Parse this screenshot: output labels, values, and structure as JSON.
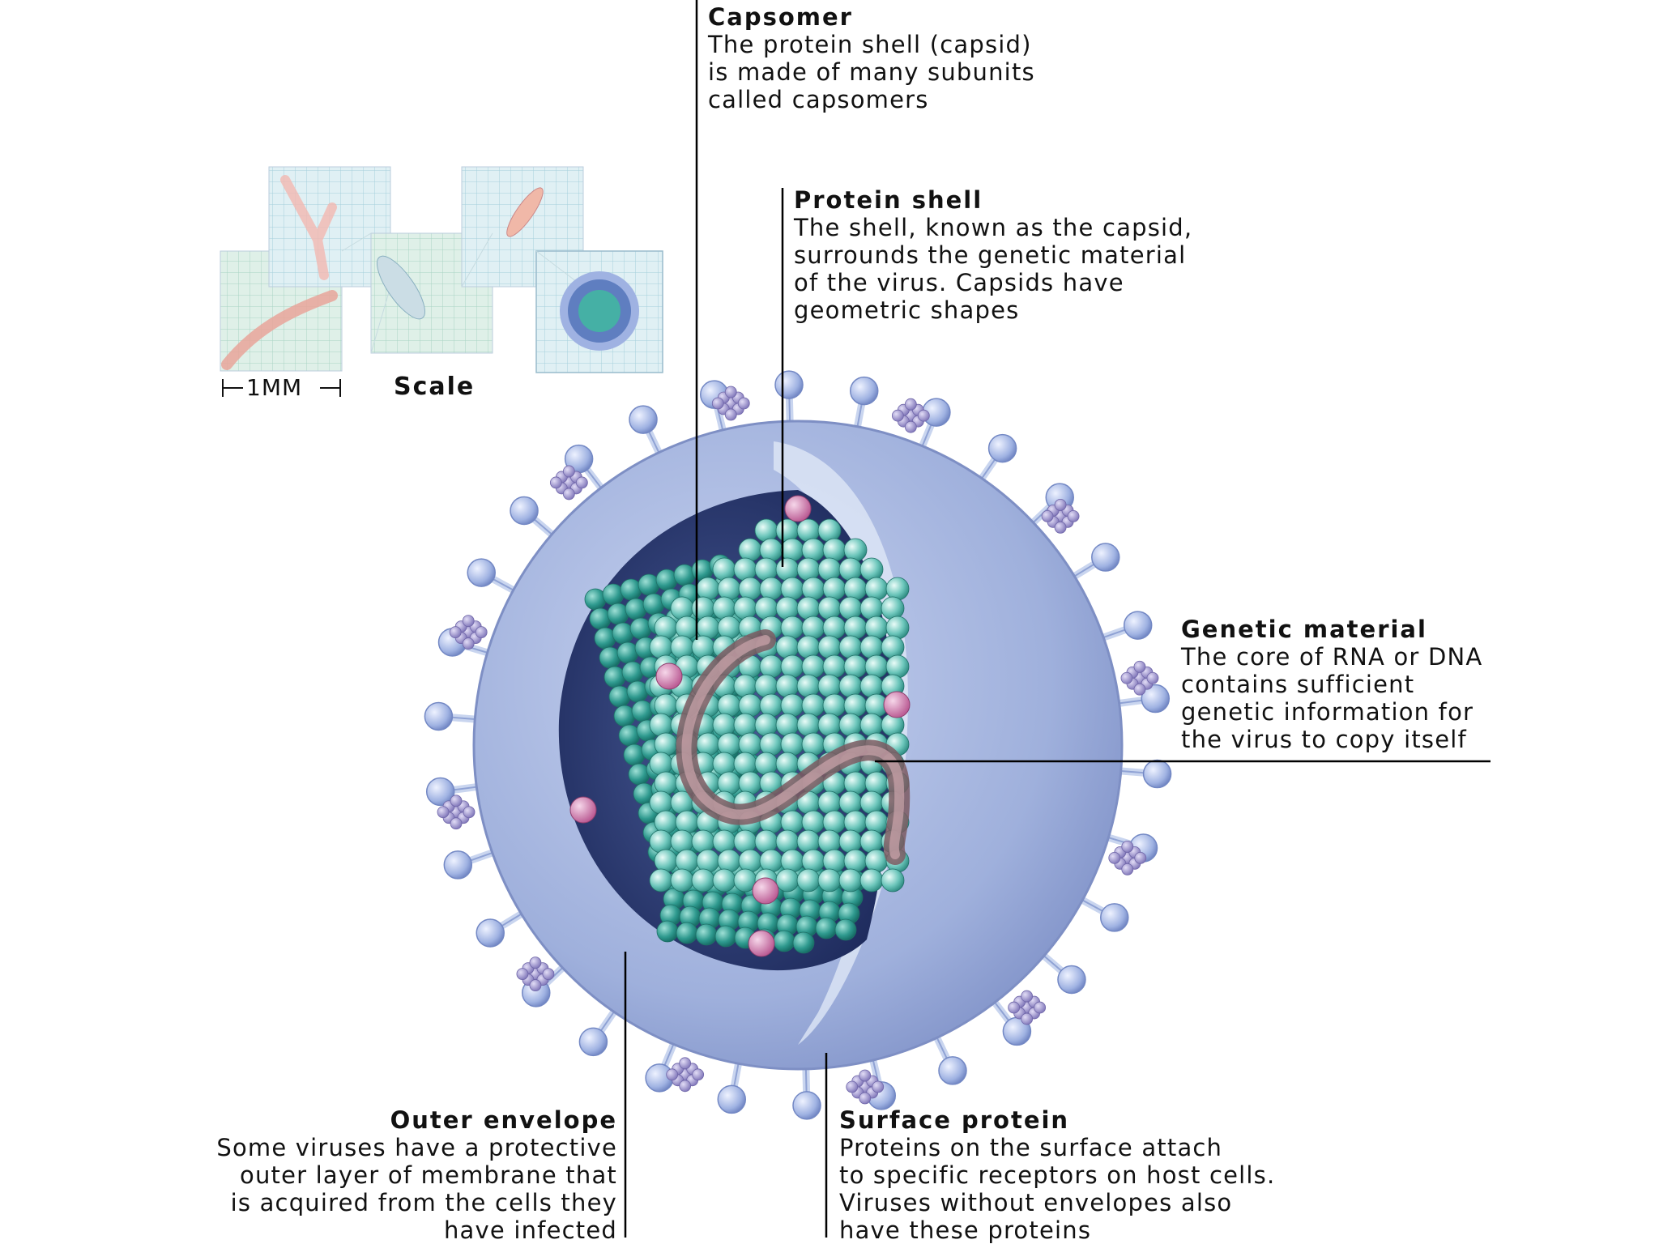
{
  "labels": {
    "capsomer": {
      "title": "Capsomer",
      "body": "The protein shell (capsid)\nis made of many subunits\ncalled capsomers"
    },
    "protein_shell": {
      "title": "Protein shell",
      "body": "The shell, known as the capsid,\nsurrounds the genetic material\nof the virus. Capsids have\ngeometric shapes"
    },
    "genetic_material": {
      "title": "Genetic material",
      "body": "The core of RNA or DNA\ncontains sufficient\ngenetic information for\nthe virus to copy itself"
    },
    "outer_envelope": {
      "title": "Outer envelope",
      "body": "Some viruses have a protective\nouter layer of membrane that\nis acquired from the cells they\nhave infected"
    },
    "surface_protein": {
      "title": "Surface protein",
      "body": "Proteins on the surface attach\nto specific receptors on host cells.\nViruses without envelopes also\nhave these proteins"
    }
  },
  "scale": {
    "title": "Scale",
    "unit": "1MM"
  },
  "colors": {
    "envelope": "#9fb0dc",
    "envelope_dark": "#5d6fa8",
    "interior": "#2e3f78",
    "capsomer": "#3ea39a",
    "capsomer_light": "#d8f3ef",
    "capsomer_pink": "#c96aa0",
    "genetic_strand": "#a07078",
    "spike": "#a9bbe0",
    "grape": "#9288c4",
    "leader_line": "#000000"
  }
}
